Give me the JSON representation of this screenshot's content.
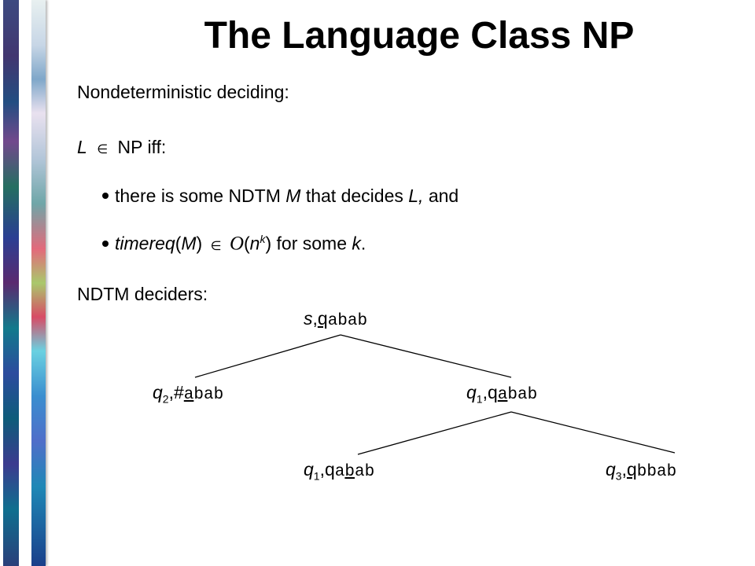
{
  "title": "The Language Class NP",
  "intro": "Nondeterministic deciding:",
  "definition": {
    "lhs": "L",
    "symbol": "∈",
    "rhs": "NP iff:"
  },
  "bullets": [
    {
      "pre": "there is some NDTM ",
      "m": "M",
      "mid": " that decides ",
      "l": "L,",
      "post": " and"
    },
    {
      "fn": "timereq",
      "open": "(",
      "m": "M",
      "close": ")",
      "symbol": "∈",
      "bigo": "O",
      "arg_open": "(",
      "n": "n",
      "k": "k",
      "arg_close": ")",
      "post": " for some ",
      "kvar": "k",
      "end": "."
    }
  ],
  "deciders_label": "NDTM deciders:",
  "tree": {
    "root": {
      "state": "s",
      "sep": ",",
      "tape_head": "q",
      "tape_rest": "abab"
    },
    "left": {
      "state": "q",
      "sub": "2",
      "sep": ",",
      "prefix": "#",
      "tape_head": "a",
      "tape_rest": "bab"
    },
    "right": {
      "state": "q",
      "sub": "1",
      "sep": ",",
      "prefix": "q",
      "tape_head": "a",
      "tape_rest": "bab"
    },
    "right_left": {
      "state": "q",
      "sub": "1",
      "sep": ",",
      "prefix": "q",
      "tape_pre": "a",
      "tape_head": "b",
      "tape_rest": "ab"
    },
    "right_right": {
      "state": "q",
      "sub": "3",
      "sep": ",",
      "tape_head": "q",
      "tape_rest": "bbab"
    }
  }
}
